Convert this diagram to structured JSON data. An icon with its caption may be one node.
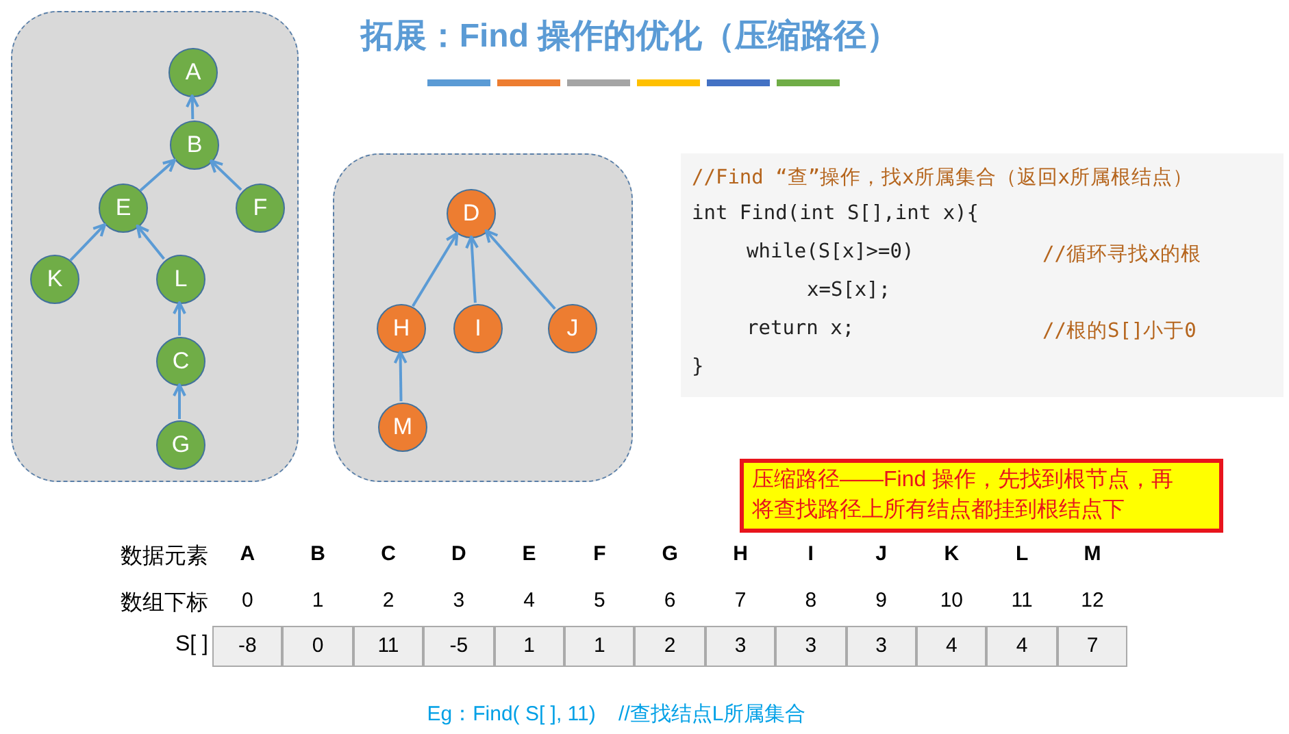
{
  "diagram": {
    "title": "拓展：Find 操作的优化（压缩路径）",
    "caption": "Eg：Find( S[ ], 11)    //查找结点L所属集合",
    "nodes": [
      {
        "text": [],
        "shape": "box"
      },
      {
        "text": [
          "A"
        ],
        "in": 0
      },
      {
        "text": [
          "B"
        ],
        "in": 0
      },
      {
        "text": [
          "E"
        ],
        "in": 0
      },
      {
        "text": [
          "F"
        ],
        "in": 0
      },
      {
        "text": [
          "K"
        ],
        "in": 0
      },
      {
        "text": [
          "L"
        ],
        "in": 0
      },
      {
        "text": [
          "C"
        ],
        "in": 0
      },
      {
        "text": [
          "G"
        ],
        "in": 0
      },
      {
        "text": [],
        "shape": "box"
      },
      {
        "text": [
          "D"
        ],
        "in": 9
      },
      {
        "text": [
          "H"
        ],
        "in": 9
      },
      {
        "text": [
          "I"
        ],
        "in": 9
      },
      {
        "text": [
          "J"
        ],
        "in": 9
      },
      {
        "text": [
          "M"
        ],
        "in": 9
      },
      {
        "text": [
          "//Find “查”操作，找x所属集合（返回x所属根结点）",
          "int Find(int S[],int x){",
          "while(S[x]>=0)",
          "//循环寻找x的根",
          "x=S[x];",
          "return x;",
          "//根的S[]小于0",
          "}"
        ]
      },
      {
        "text": [
          "压缩路径——Find 操作，先找到根节点，再将查找路径上所有结点都挂到根结点下"
        ]
      }
    ],
    "edges": [
      {
        "from": 2,
        "to": 1,
        "arrow": "to"
      },
      {
        "from": 3,
        "to": 2,
        "arrow": "to"
      },
      {
        "from": 4,
        "to": 2,
        "arrow": "to"
      },
      {
        "from": 5,
        "to": 3,
        "arrow": "to"
      },
      {
        "from": 6,
        "to": 3,
        "arrow": "to"
      },
      {
        "from": 7,
        "to": 6,
        "arrow": "to"
      },
      {
        "from": 8,
        "to": 7,
        "arrow": "to"
      },
      {
        "from": 11,
        "to": 10,
        "arrow": "to"
      },
      {
        "from": 12,
        "to": 10,
        "arrow": "to"
      },
      {
        "from": 13,
        "to": 10,
        "arrow": "to"
      },
      {
        "from": 14,
        "to": 11,
        "arrow": "to"
      }
    ],
    "labels": [
      "数据元素",
      "A",
      "B",
      "C",
      "D",
      "E",
      "F",
      "G",
      "H",
      "I",
      "J",
      "K",
      "L",
      "M",
      "数组下标",
      "0",
      "1",
      "2",
      "3",
      "4",
      "5",
      "6",
      "7",
      "8",
      "9",
      "10",
      "11",
      "12",
      "S[ ]",
      "-8",
      "0",
      "11",
      "-5",
      "1",
      "1",
      "2",
      "3",
      "3",
      "3",
      "4",
      "4",
      "7"
    ]
  }
}
